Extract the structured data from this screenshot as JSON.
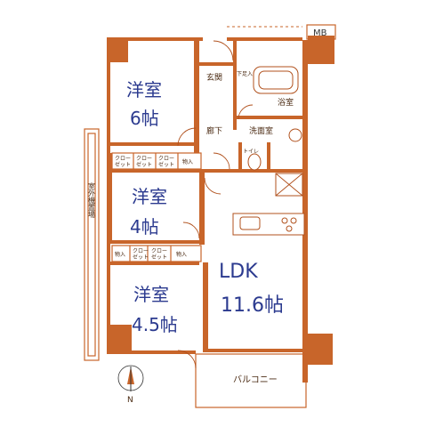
{
  "rooms": {
    "western1": {
      "name": "洋室",
      "size": "6帖"
    },
    "western2": {
      "name": "洋室",
      "size": "4帖"
    },
    "western3": {
      "name": "洋室",
      "size": "4.5帖"
    },
    "ldk": {
      "name": "LDK",
      "size": "11.6帖"
    }
  },
  "labels": {
    "entrance": "玄関",
    "hallway": "廊下",
    "washroom": "洗面室",
    "bathroom": "浴室",
    "shoe_closet": "下足入",
    "toilet": "トイレ",
    "outdoor_storage": "室外機置場",
    "balcony": "バルコニー",
    "mb": "MB",
    "closet": "クロー\nゼット",
    "storage": "物入",
    "north": "N"
  },
  "colors": {
    "wall": "#c8652a",
    "room_text": "#2b3a8f"
  }
}
